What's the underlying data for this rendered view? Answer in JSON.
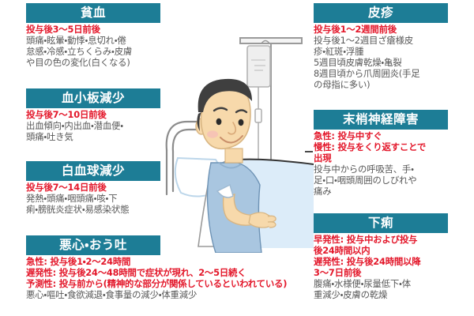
{
  "illustration": {
    "name": "patient-in-hospital-bed-with-iv-drip",
    "alt": "ベッドで点滴を受ける男性患者のイラスト",
    "colors": {
      "skin": "#f7d9ab",
      "hair": "#3f3f3f",
      "gown": "#a9c6e0",
      "blanket": "#d9eaf7",
      "bed_frame": "#8c8c8c",
      "iv_bag": "#efefef"
    }
  },
  "theme": {
    "header_bg": "#1d7d96",
    "header_text": "#ffffff",
    "accent_red": "#e3172a",
    "body_text": "#585858",
    "page_bg": "#ffffff"
  },
  "panels": {
    "anemia": {
      "title": "貧血",
      "timing": "投与後3〜5日前後",
      "symptoms": [
        "頭痛・眩暈・動悸・息切れ・倦",
        "怠感・冷感・立ちくらみ・皮膚",
        "や目の色の変化(白くなる)"
      ]
    },
    "thrombocytopenia": {
      "title": "血小板減少",
      "timing": "投与後7〜10日前後",
      "symptoms": [
        "出血傾向・内出血・潜血便・",
        "頭痛・吐き気"
      ]
    },
    "leukopenia": {
      "title": "白血球減少",
      "timing": "投与後7〜14日前後",
      "symptoms": [
        "発熱・頭痛・咽頭痛・咳・下",
        "痢・膀胱炎症状・易感染状態"
      ]
    },
    "nausea_vomiting": {
      "title": "悪心・おう吐",
      "timing_lines": [
        "急性: 投与後1・2〜24時間",
        "遅発性: 投与後24〜48時間で症状が現れ、2〜5日続く",
        "予測性: 投与前から(精神的な部分が関係しているといわれている)"
      ],
      "symptoms": [
        "悪心・嘔吐・食欲減退・食事量の減少・体重減少"
      ]
    },
    "rash": {
      "title": "皮疹",
      "timing": "投与後1〜2週間前後",
      "symptoms": [
        "投与後1〜2週目ざ瘡様皮",
        "疹・紅斑・浮腫",
        "5週目頃皮膚乾燥・亀裂",
        "8週目頃から爪周囲炎(手足",
        "の母指に多い)"
      ]
    },
    "peripheral_neuropathy": {
      "title": "末梢神経障害",
      "timing_lines": [
        "急性: 投与中すぐ",
        "慢性: 投与をくり返すことで",
        "出現"
      ],
      "symptoms": [
        "投与中からの呼吸苦、手・",
        "足・口・咽頭周囲のしびれや",
        "痛み"
      ]
    },
    "diarrhea": {
      "title": "下痢",
      "timing_lines": [
        "早発性: 投与中および投与",
        "後24時間以内",
        "遅発性: 投与後24時間以降",
        "3〜7日前後"
      ],
      "symptoms": [
        "腹痛・水様便・尿量低下・体",
        "重減少・皮膚の乾燥"
      ]
    }
  }
}
